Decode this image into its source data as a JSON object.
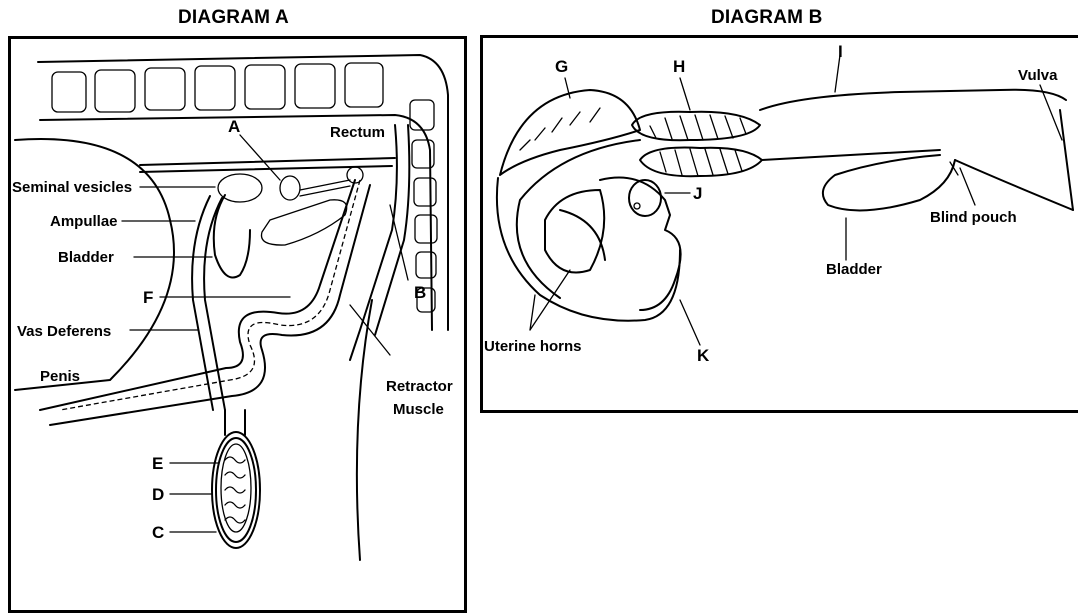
{
  "diagram_a": {
    "title": "DIAGRAM A",
    "labels": {
      "a": "A",
      "rectum": "Rectum",
      "seminal_vesicles": "Seminal vesicles",
      "ampullae": "Ampullae",
      "bladder": "Bladder",
      "f": "F",
      "b": "B",
      "vas_deferens": "Vas Deferens",
      "penis": "Penis",
      "retractor_muscle_line1": "Retractor",
      "retractor_muscle_line2": "Muscle",
      "e": "E",
      "d": "D",
      "c": "C"
    }
  },
  "diagram_b": {
    "title": "DIAGRAM B",
    "labels": {
      "g": "G",
      "h": "H",
      "i": "I",
      "vulva": "Vulva",
      "j": "J",
      "blind_pouch": "Blind pouch",
      "bladder": "Bladder",
      "uterine_horns": "Uterine horns",
      "k": "K"
    }
  }
}
